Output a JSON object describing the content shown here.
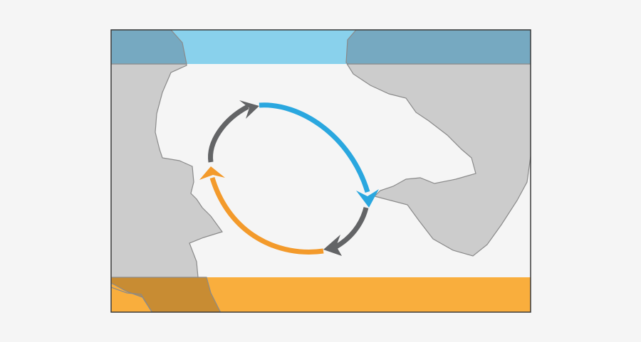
{
  "colors": {
    "page_background": "#f5f5f5",
    "ocean_background": "#f5f5f5",
    "land": "#cccccc",
    "land_outline": "#8a8a8a",
    "cold_band": "#89d1ec",
    "cold_band_over_land": "#76a9c1",
    "warm_band": "#f9ae3d",
    "warm_band_over_land": "#c88c33",
    "frame": "#3a3a3a",
    "cold_current": "#2aa7df",
    "warm_current": "#f39a2b",
    "connector_current": "#636466"
  },
  "map": {
    "bands": [
      "cold-band-top",
      "warm-band-bottom"
    ],
    "circulation": {
      "direction": "clockwise",
      "segments": [
        {
          "name": "cold-current-arrow",
          "color_key": "cold_current"
        },
        {
          "name": "return-current-arrow-bottom",
          "color_key": "connector_current"
        },
        {
          "name": "warm-current-arrow",
          "color_key": "warm_current"
        },
        {
          "name": "return-current-arrow-top",
          "color_key": "connector_current"
        }
      ]
    }
  }
}
